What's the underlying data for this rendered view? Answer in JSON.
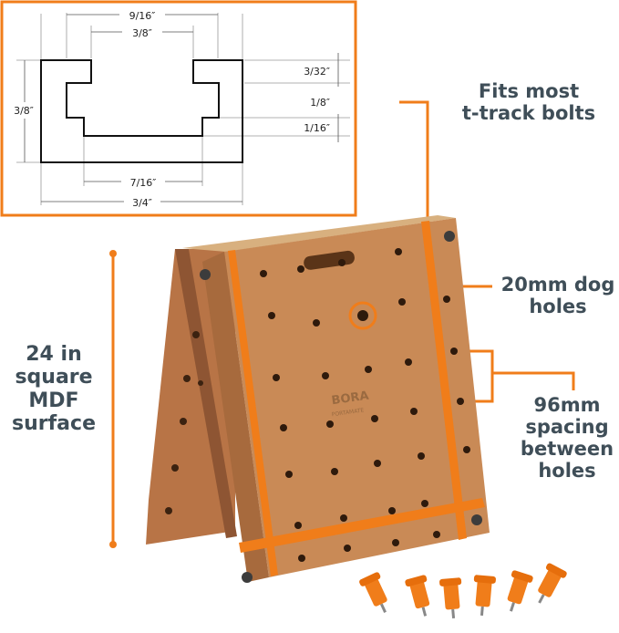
{
  "accent_color": "#f07d1a",
  "text_color": "#3f4e58",
  "profile": {
    "dim_top_outer": "9/16″",
    "dim_top_inner": "3/8″",
    "dim_left": "3/8″",
    "dim_right_1": "3/32″",
    "dim_right_2": "1/8″",
    "dim_right_3": "1/16″",
    "dim_bottom_inner": "7/16″",
    "dim_bottom_outer": "3/4″"
  },
  "callouts": {
    "tbolts": [
      "Fits most",
      "t-track bolts"
    ],
    "dogholes": [
      "20mm dog",
      "holes"
    ],
    "surface": [
      "24 in",
      "square",
      "MDF",
      "surface"
    ],
    "spacing": [
      "96mm",
      "spacing",
      "between",
      "holes"
    ]
  },
  "brand_logo": "BORA",
  "brand_sub": "PORTAMATE"
}
